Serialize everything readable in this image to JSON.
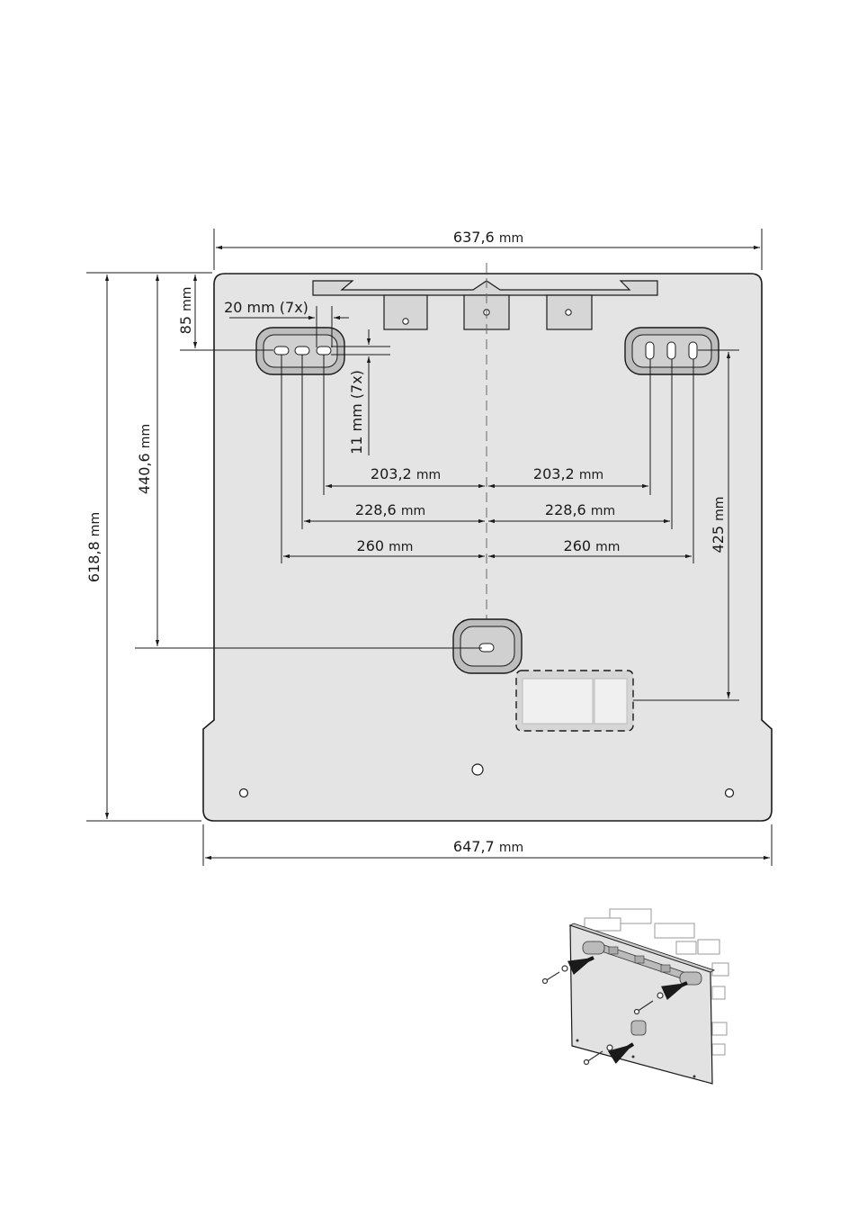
{
  "dimensions": {
    "top_width": "637,6",
    "bottom_width": "647,7",
    "left_height": "618,8",
    "inner_height": "440,6",
    "top_offset": "85",
    "right_height": "425",
    "slot_spacing": "20 mm (7x)",
    "slot_height": "11 mm (7x)",
    "pitch_inner": "203,2",
    "pitch_middle": "228,6",
    "pitch_outer": "260",
    "unit": "mm"
  },
  "illustration": {
    "description_icon": "wall-mounting-icon"
  }
}
